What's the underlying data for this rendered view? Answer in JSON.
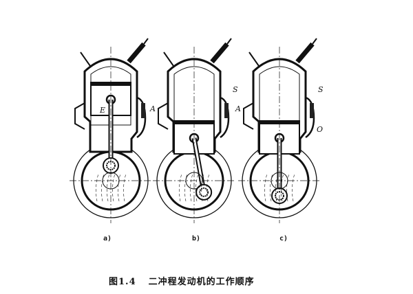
{
  "figure": {
    "number": "图1.4",
    "title": "二冲程发动机的工作顺序"
  },
  "panels": [
    {
      "sublabel": "a)",
      "piston": "top",
      "crank": "top",
      "labels": [
        "E"
      ]
    },
    {
      "sublabel": "b)",
      "piston": "bottom",
      "crank": "bottom-right",
      "labels": [
        "A",
        "S"
      ]
    },
    {
      "sublabel": "c)",
      "piston": "bottom",
      "crank": "bottom",
      "labels": [
        "A",
        "S",
        "O"
      ]
    }
  ]
}
